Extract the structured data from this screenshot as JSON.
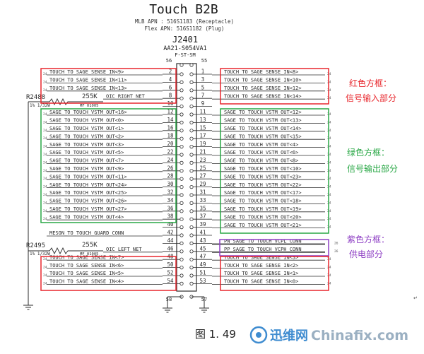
{
  "header": {
    "title": "Touch B2B",
    "line1": "MLB APN : 516S1183 (Receptacle)",
    "line2": "Flex APN: 516S1182 (Plug)",
    "refdes": "J2401",
    "part": "AA21-S054VA1",
    "subpart": "F-ST-SM"
  },
  "pins": {
    "top_left": "56",
    "top_right": "55",
    "bottom_left": "58",
    "bottom_right": "57",
    "left": [
      "2",
      "4",
      "6",
      "8",
      "10",
      "12",
      "14",
      "16",
      "18",
      "20",
      "22",
      "24",
      "26",
      "28",
      "30",
      "32",
      "34",
      "36",
      "38",
      "40",
      "42",
      "44",
      "46",
      "48",
      "50",
      "52",
      "54"
    ],
    "right": [
      "1",
      "3",
      "5",
      "7",
      "9",
      "11",
      "13",
      "15",
      "17",
      "19",
      "21",
      "23",
      "25",
      "27",
      "29",
      "31",
      "33",
      "35",
      "37",
      "39",
      "41",
      "43",
      "45",
      "47",
      "49",
      "51",
      "53"
    ]
  },
  "nets": {
    "left": [
      "TOUCH_TO_SAGE_SENSE_IN<9>",
      "TOUCH_TO_SAGE_SENSE_IN<11>",
      "TOUCH_TO_SAGE_SENSE_IN<13>",
      "OIC_RIGHT_NET",
      "",
      "SAGE_TO_TOUCH_VSTM_OUT<16>",
      "SAGE_TO_TOUCH_VSTM_OUT<0>",
      "SAGE_TO_TOUCH_VSTM_OUT<1>",
      "SAGE_TO_TOUCH_VSTM_OUT<2>",
      "SAGE_TO_TOUCH_VSTM_OUT<3>",
      "SAGE_TO_TOUCH_VSTM_OUT<5>",
      "SAGE_TO_TOUCH_VSTM_OUT<7>",
      "SAGE_TO_TOUCH_VSTM_OUT<9>",
      "SAGE_TO_TOUCH_VSTM_OUT<11>",
      "SAGE_TO_TOUCH_VSTM_OUT<24>",
      "SAGE_TO_TOUCH_VSTM_OUT<25>",
      "SAGE_TO_TOUCH_VSTM_OUT<26>",
      "SAGE_TO_TOUCH_VSTM_OUT<27>",
      "SAGE_TO_TOUCH_VSTM_OUT<4>",
      "",
      "MESON_TO_TOUCH_GUARD_CONN",
      "",
      "OIC_LEFT_NET",
      "TOUCH_TO_SAGE_SENSE_IN<7>",
      "TOUCH_TO_SAGE_SENSE_IN<6>",
      "TOUCH_TO_SAGE_SENSE_IN<5>",
      "TOUCH_TO_SAGE_SENSE_IN<4>"
    ],
    "right": [
      "TOUCH_TO_SAGE_SENSE_IN<8>",
      "TOUCH_TO_SAGE_SENSE_IN<10>",
      "TOUCH_TO_SAGE_SENSE_IN<12>",
      "TOUCH_TO_SAGE_SENSE_IN<14>",
      "",
      "SAGE_TO_TOUCH_VSTM_OUT<12>",
      "SAGE_TO_TOUCH_VSTM_OUT<13>",
      "SAGE_TO_TOUCH_VSTM_OUT<14>",
      "SAGE_TO_TOUCH_VSTM_OUT<15>",
      "SAGE_TO_TOUCH_VSTM_OUT<4>",
      "SAGE_TO_TOUCH_VSTM_OUT<6>",
      "SAGE_TO_TOUCH_VSTM_OUT<8>",
      "SAGE_TO_TOUCH_VSTM_OUT<10>",
      "SAGE_TO_TOUCH_VSTM_OUT<23>",
      "SAGE_TO_TOUCH_VSTM_OUT<22>",
      "SAGE_TO_TOUCH_VSTM_OUT<17>",
      "SAGE_TO_TOUCH_VSTM_OUT<18>",
      "SAGE_TO_TOUCH_VSTM_OUT<19>",
      "SAGE_TO_TOUCH_VSTM_OUT<20>",
      "SAGE_TO_TOUCH_VSTM_OUT<21>",
      "",
      "PN_SAGE_TO_TOUCH_VCPL_CONN",
      "PP_SAGE_TO_TOUCH_VCPH_CONN",
      "TOUCH_TO_SAGE_SENSE_IN<3>",
      "TOUCH_TO_SAGE_SENSE_IN<2>",
      "TOUCH_TO_SAGE_SENSE_IN<1>",
      "TOUCH_TO_SAGE_SENSE_IN<0>"
    ]
  },
  "page_refs": {
    "left": [
      "24",
      "24",
      "24",
      "",
      "",
      "24",
      "24",
      "24",
      "24",
      "24",
      "24",
      "24",
      "24",
      "24",
      "24",
      "24",
      "24",
      "24",
      "24",
      "",
      "",
      "",
      "",
      "24",
      "24",
      "24",
      "24"
    ],
    "right": [
      "24",
      "24",
      "24",
      "24",
      "",
      "24",
      "24",
      "24",
      "24",
      "24",
      "24",
      "24",
      "24",
      "24",
      "24",
      "24",
      "24",
      "24",
      "24",
      "24",
      "",
      "26",
      "26",
      "24",
      "24",
      "24",
      "24"
    ]
  },
  "resistors": {
    "top": {
      "name": "R2488",
      "value": "255K",
      "tol": "1% 1/32W",
      "pkg": "MF 01005"
    },
    "bottom": {
      "name": "R2495",
      "value": "255K",
      "tol": "1% 1/32W",
      "pkg": "MF 01005"
    }
  },
  "annotations": {
    "red_title": "红色方框：",
    "red_desc": "信号输入部分",
    "green_title": "绿色方框：",
    "green_desc": "信号输出部分",
    "purple_title": "紫色方框：",
    "purple_desc": "供电部分"
  },
  "caption": "图 1. 49",
  "watermark": {
    "cn": "迅维网",
    "en": "Chinafix.com"
  },
  "colors": {
    "red": "#e8272d",
    "green": "#28a745",
    "purple": "#8e3fc4",
    "ink": "#2b2b2b",
    "gray": "#555555"
  }
}
